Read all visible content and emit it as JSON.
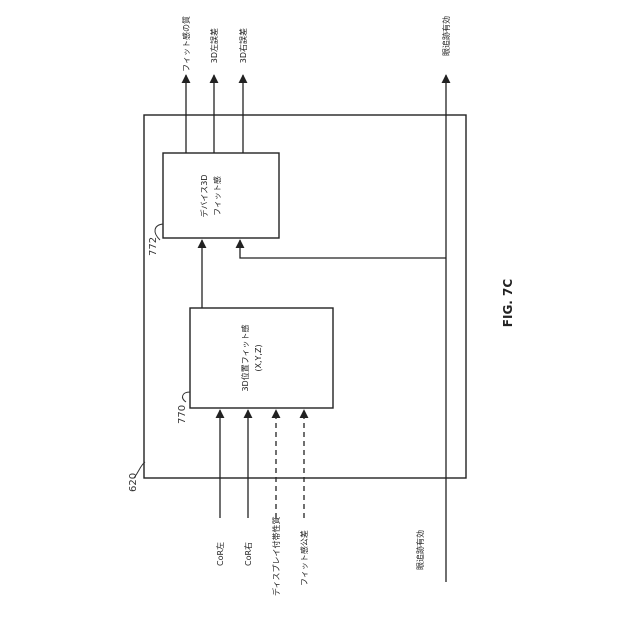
{
  "figure_label": "FIG. 7C",
  "refs": {
    "system": "620",
    "position_block": "770",
    "device_block": "772"
  },
  "blocks": {
    "position": {
      "line1": "3D位置フィット感",
      "line2": "(X,Y,Z)"
    },
    "device": {
      "line1": "デバイス3D",
      "line2": "フィット感"
    }
  },
  "outputs": [
    "フィット感の質",
    "3D左誤差",
    "3D右誤差",
    "眼追跡有効"
  ],
  "inputs": [
    "CoR左",
    "CoR右",
    "ディスプレイ付帯性質",
    "フィット感公差",
    "眼追跡有効"
  ]
}
